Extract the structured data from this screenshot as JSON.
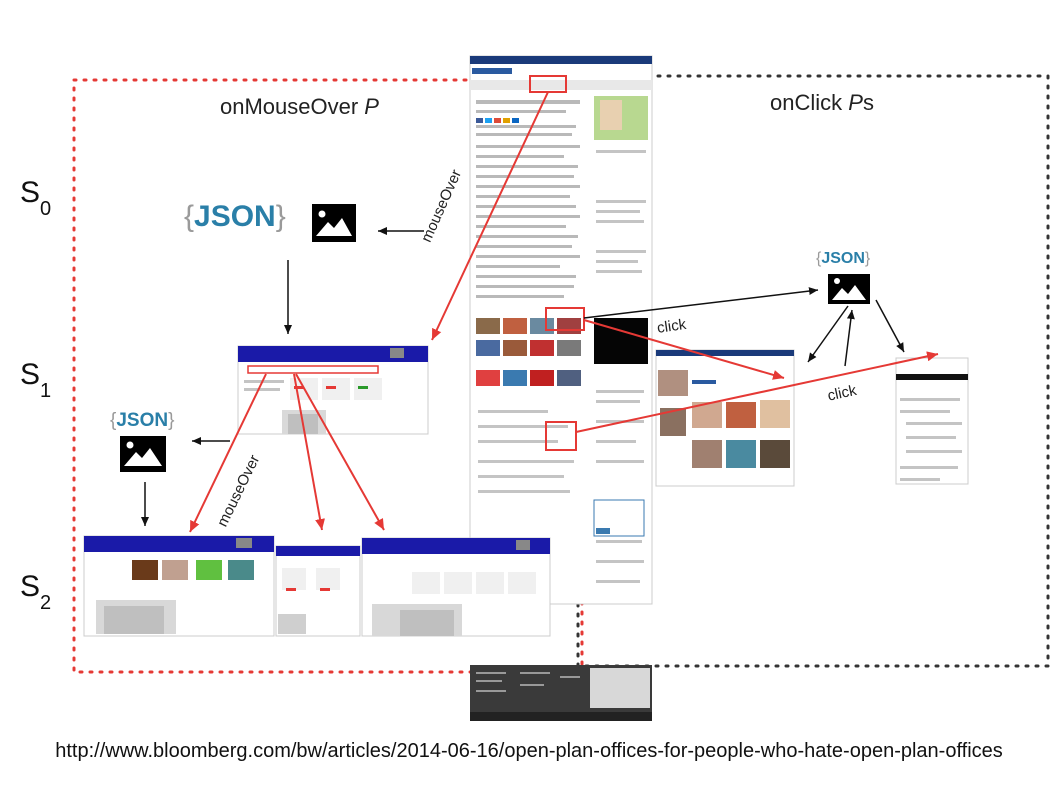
{
  "diagram": {
    "left_region_label_prefix": "onMouseOver ",
    "left_region_label_var": "P",
    "right_region_label_prefix": "onClick ",
    "right_region_label_var": "P",
    "right_region_label_suffix": "s",
    "states": [
      {
        "base": "S",
        "sub": "0"
      },
      {
        "base": "S",
        "sub": "1"
      },
      {
        "base": "S",
        "sub": "2"
      }
    ],
    "json_label": "JSON",
    "json_open": "{",
    "json_close": "}",
    "edges": {
      "mouseover_label": "mouseOver",
      "click_label": "click"
    },
    "url": "http://www.bloomberg.com/bw/articles/2014-06-16/open-plan-offices-for-people-who-hate-open-plan-offices",
    "colors": {
      "highlight": "#e53935",
      "left_border": "#e53935",
      "right_border": "#333333",
      "json_text": "#2a7fa8",
      "screenshot_header": "#1a1aa8"
    }
  }
}
